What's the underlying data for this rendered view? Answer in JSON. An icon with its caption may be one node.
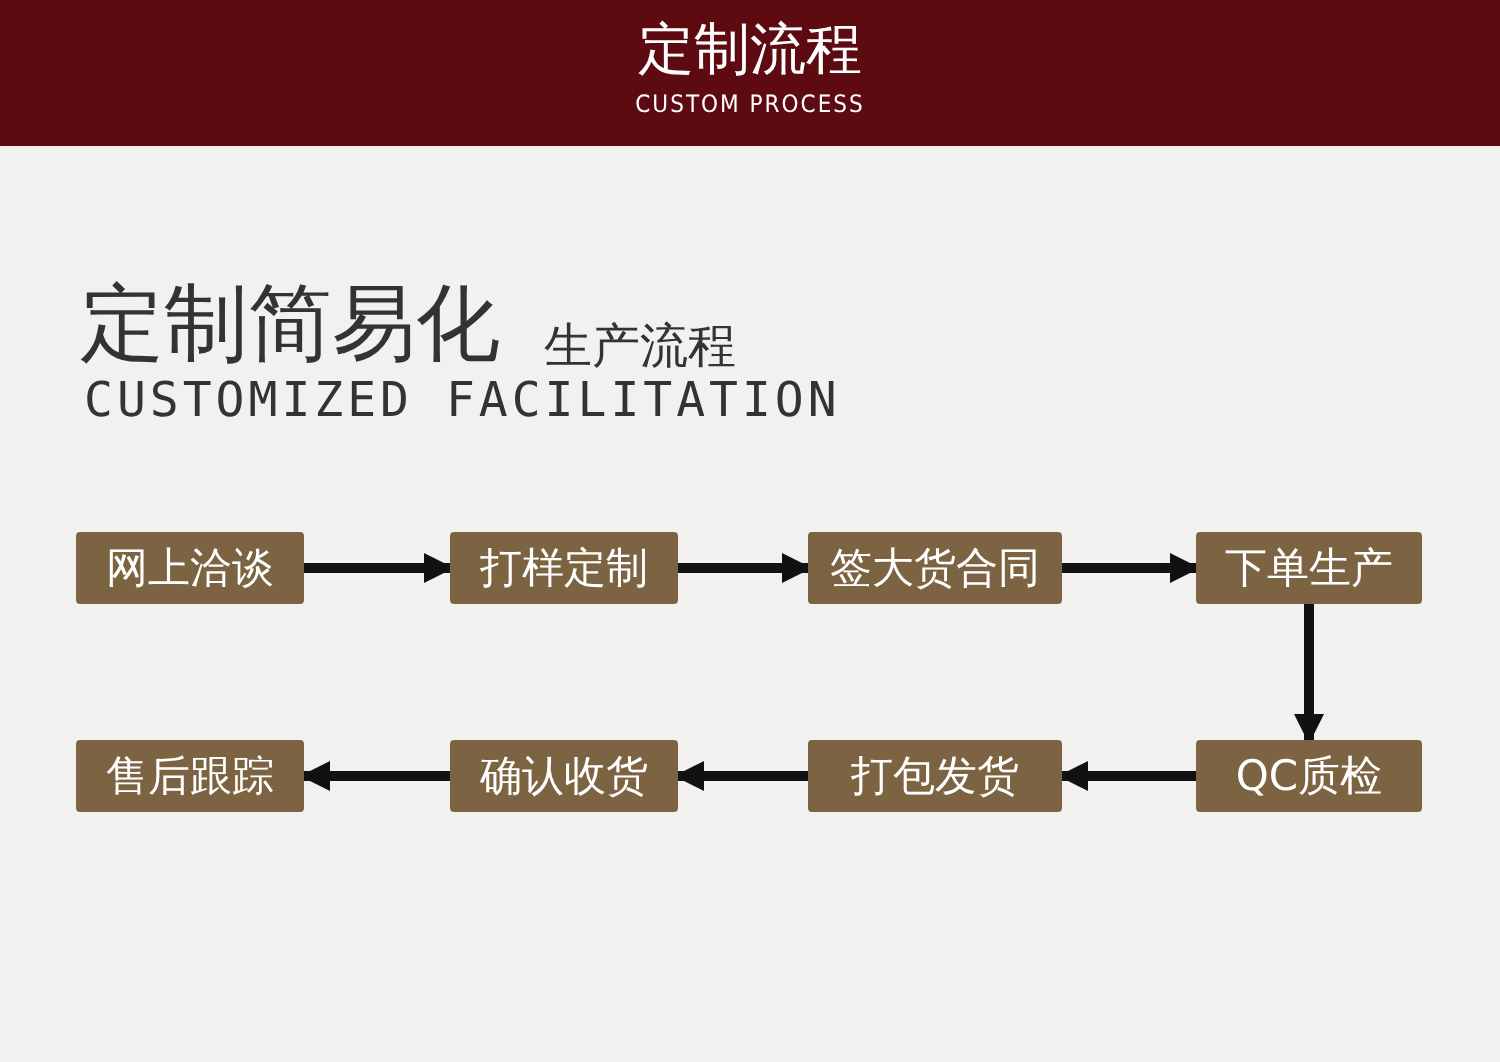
{
  "diagram": {
    "title": "定制流程",
    "nodes": [
      {
        "text": [
          "网上洽谈"
        ]
      },
      {
        "text": [
          "打样定制"
        ]
      },
      {
        "text": [
          "签大货合同"
        ]
      },
      {
        "text": [
          "下单生产"
        ]
      },
      {
        "text": [
          "售后跟踪"
        ]
      },
      {
        "text": [
          "确认收货"
        ]
      },
      {
        "text": [
          "打包发货"
        ]
      },
      {
        "text": [
          "QC质检"
        ]
      }
    ],
    "edges": [
      {
        "from": 0,
        "to": 1,
        "arrow": "to"
      },
      {
        "from": 1,
        "to": 2,
        "arrow": "to"
      },
      {
        "from": 2,
        "to": 3,
        "arrow": "to"
      },
      {
        "from": 3,
        "to": 7,
        "arrow": "to"
      },
      {
        "from": 7,
        "to": 6,
        "arrow": "to"
      },
      {
        "from": 6,
        "to": 5,
        "arrow": "to"
      },
      {
        "from": 5,
        "to": 4,
        "arrow": "to"
      }
    ],
    "labels": [
      "CUSTOM PROCESS",
      "定制简易化",
      "生产流程",
      "CUSTOMIZED FACILITATION"
    ]
  }
}
